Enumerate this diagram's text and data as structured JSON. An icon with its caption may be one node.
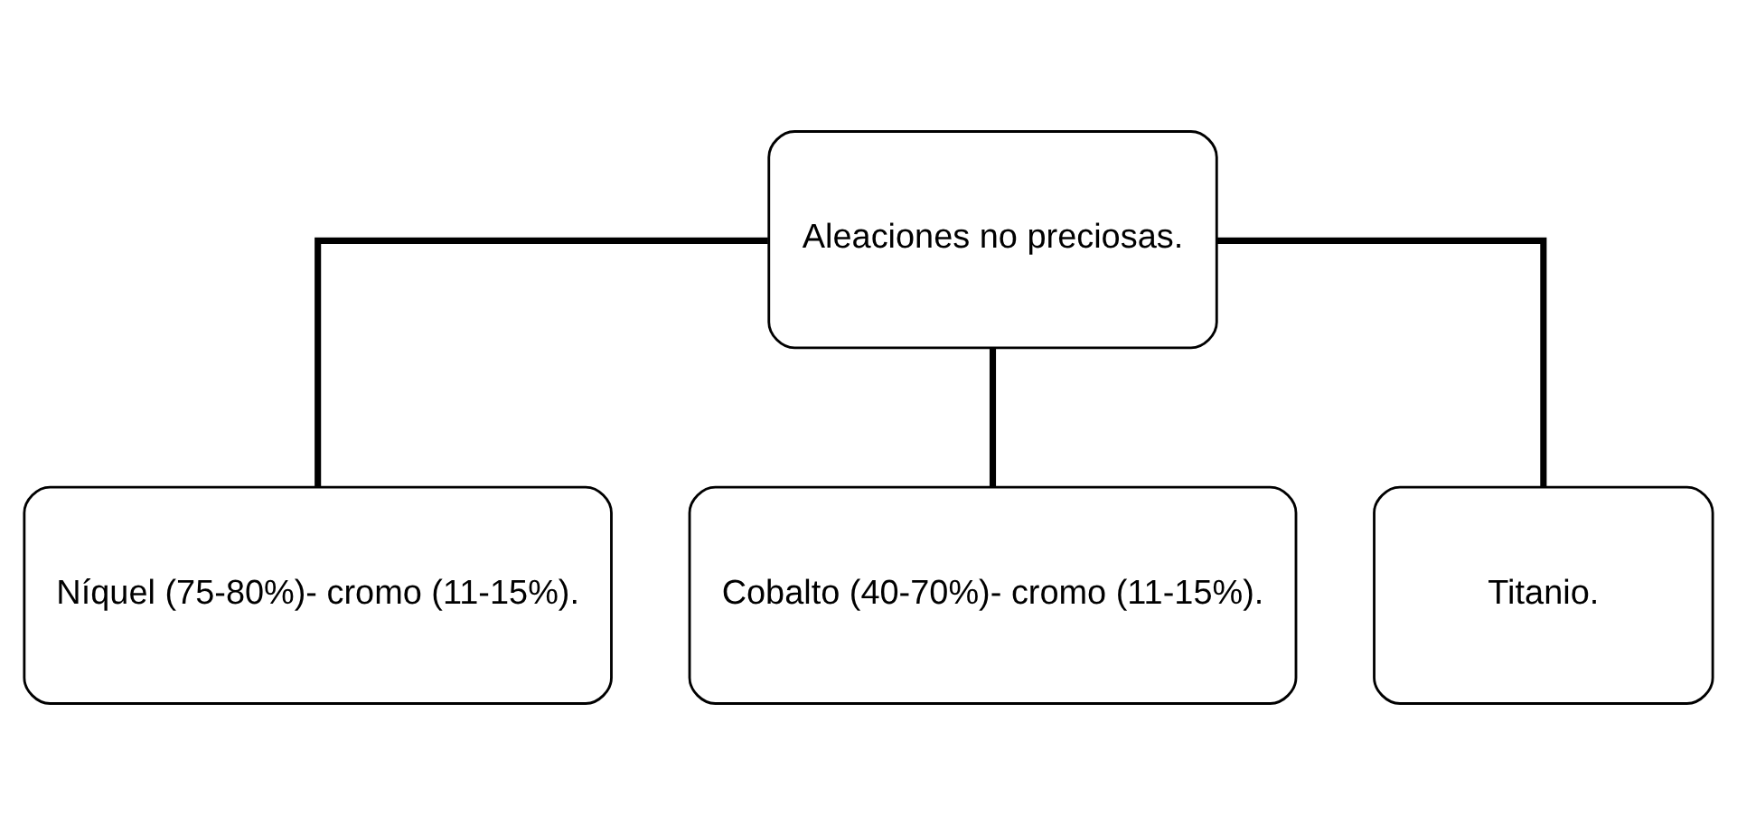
{
  "diagram": {
    "nodes": [
      {
        "text": [
          "Aleaciones no preciosas."
        ]
      },
      {
        "text": [
          "Níquel (75-80%)- cromo (11-15%)."
        ]
      },
      {
        "text": [
          "Cobalto (40-70%)- cromo (11-15%)."
        ]
      },
      {
        "text": [
          "Titanio."
        ]
      }
    ],
    "edges": [
      {
        "from": 0,
        "to": 1,
        "arrow": "none"
      },
      {
        "from": 0,
        "to": 2,
        "arrow": "none"
      },
      {
        "from": 0,
        "to": 3,
        "arrow": "none"
      }
    ]
  }
}
